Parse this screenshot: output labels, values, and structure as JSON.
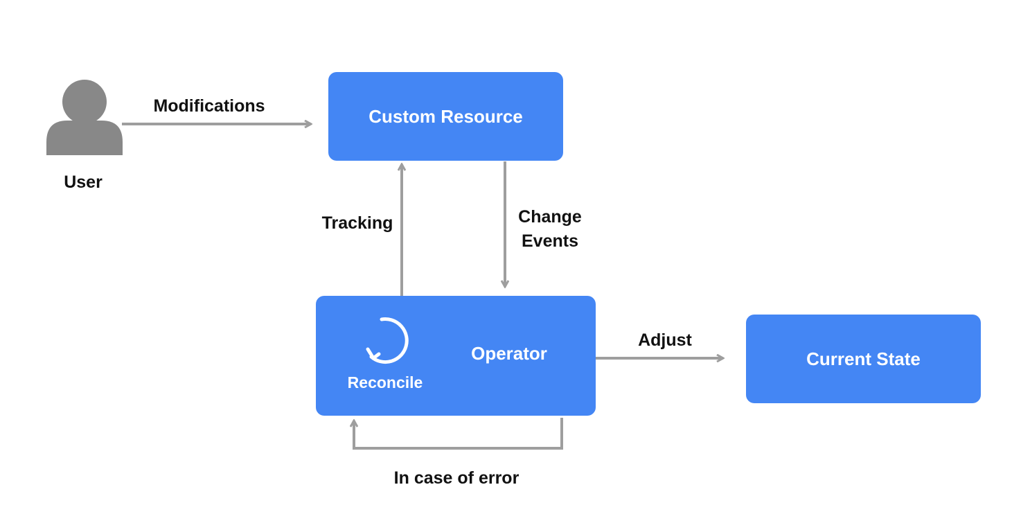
{
  "colors": {
    "box_fill": "#4486f4",
    "box_text": "#ffffff",
    "arrow": "#9e9e9e",
    "user_icon": "#888888",
    "label_text": "#111111"
  },
  "nodes": {
    "user": {
      "label": "User",
      "icon": "user-icon"
    },
    "custom_resource": {
      "label": "Custom Resource"
    },
    "operator": {
      "label": "Operator"
    },
    "reconcile": {
      "label": "Reconcile",
      "icon": "reconcile-loop-icon"
    },
    "current_state": {
      "label": "Current State"
    }
  },
  "edges": {
    "modifications": {
      "label": "Modifications",
      "from": "User",
      "to": "Custom Resource"
    },
    "tracking": {
      "label": "Tracking",
      "from": "Operator",
      "to": "Custom Resource"
    },
    "change_events": {
      "label_line1": "Change",
      "label_line2": "Events",
      "from": "Custom Resource",
      "to": "Operator"
    },
    "adjust": {
      "label": "Adjust",
      "from": "Operator",
      "to": "Current State"
    },
    "error_loop": {
      "label": "In case of error",
      "from": "Operator",
      "to": "Operator"
    }
  }
}
